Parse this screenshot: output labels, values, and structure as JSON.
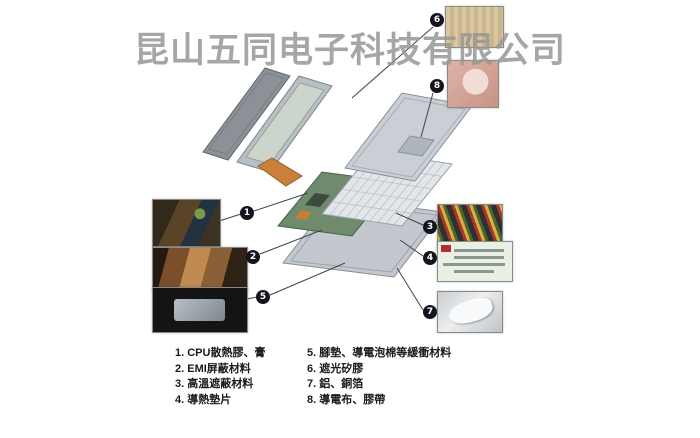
{
  "watermark": {
    "text": "昆山五同电子科技有限公司"
  },
  "colors": {
    "watermark_gray": "#969696",
    "callout_bg": "#14141e",
    "legend_text": "#1a1a1a",
    "background": "#ffffff"
  },
  "callouts": [
    {
      "num": "1",
      "label": "CPU散熱膠、膏"
    },
    {
      "num": "2",
      "label": "EMI屏蔽材料"
    },
    {
      "num": "3",
      "label": "高溫遮蔽材料"
    },
    {
      "num": "4",
      "label": "導熱墊片"
    },
    {
      "num": "5",
      "label": "腳墊、導電泡棉等緩衝材料"
    },
    {
      "num": "6",
      "label": "遮光矽膠"
    },
    {
      "num": "7",
      "label": "鋁、銅箔"
    },
    {
      "num": "8",
      "label": "導電布、膠帶"
    }
  ],
  "legend": {
    "left": [
      "1. CPU散熱膠、膏",
      "2. EMI屏蔽材料",
      "3. 高溫遮蔽材料",
      "4. 導熱墊片"
    ],
    "right": [
      "5. 腳墊、導電泡棉等緩衝材料",
      "6. 遮光矽膠",
      "7. 鋁、銅箔",
      "8. 導電布、膠帶"
    ]
  }
}
